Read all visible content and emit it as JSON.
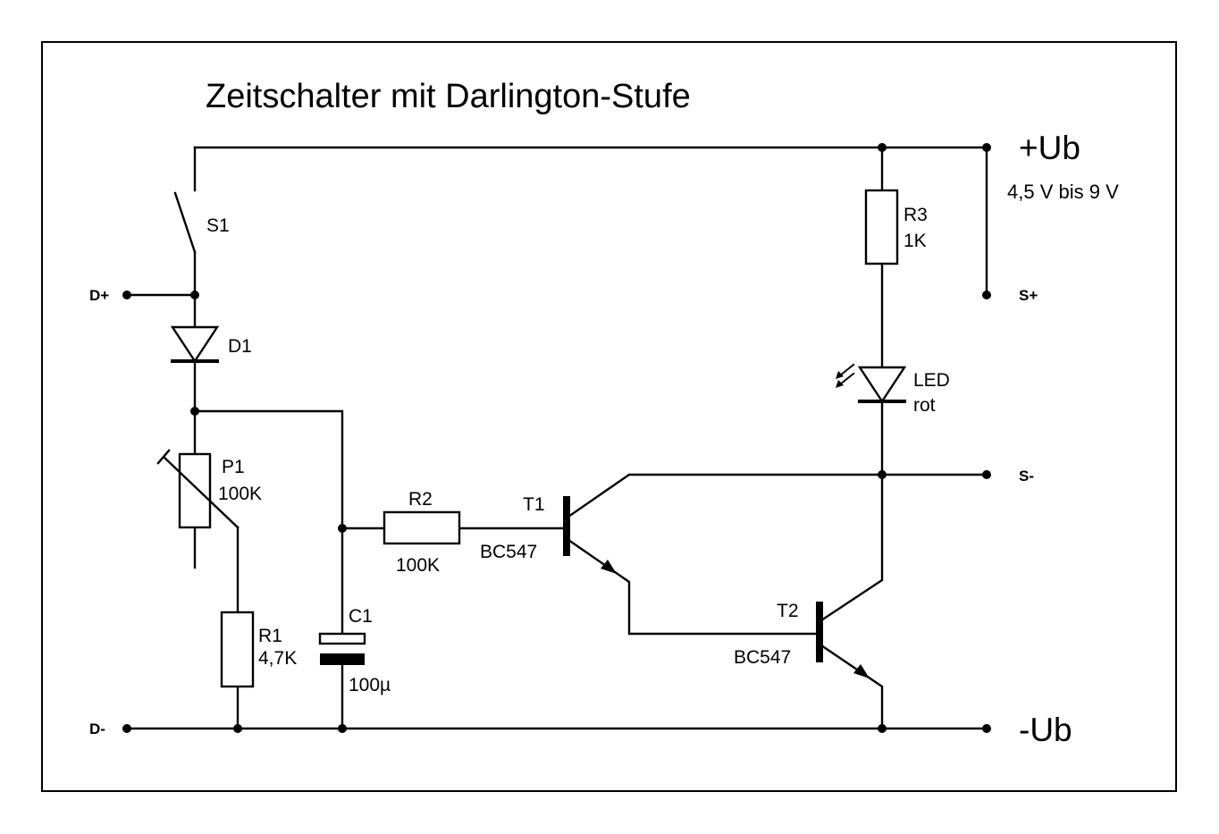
{
  "title": "Zeitschalter mit Darlington-Stufe",
  "supply": {
    "plus_label": "+Ub",
    "minus_label": "-Ub",
    "range": "4,5 V bis 9 V"
  },
  "terminals": {
    "d_plus": "D+",
    "d_minus": "D-",
    "s_plus": "S+",
    "s_minus": "S-"
  },
  "components": {
    "s1": {
      "name": "S1"
    },
    "d1": {
      "name": "D1"
    },
    "p1": {
      "name": "P1",
      "value": "100K"
    },
    "r1": {
      "name": "R1",
      "value": "4,7K"
    },
    "c1": {
      "name": "C1",
      "value": "100µ"
    },
    "r2": {
      "name": "R2",
      "value": "100K"
    },
    "t1": {
      "name": "T1",
      "type": "BC547"
    },
    "t2": {
      "name": "T2",
      "type": "BC547"
    },
    "r3": {
      "name": "R3",
      "value": "1K"
    },
    "led": {
      "name": "LED",
      "color": "rot"
    }
  }
}
